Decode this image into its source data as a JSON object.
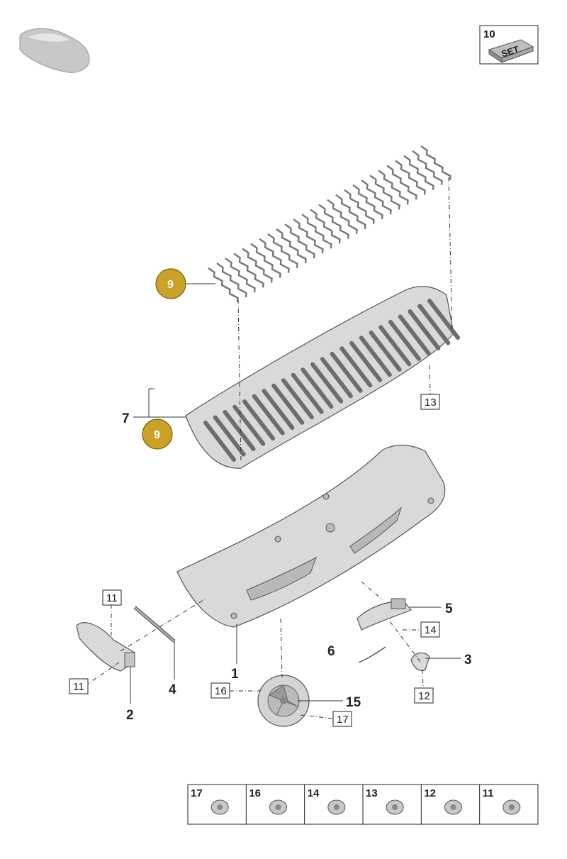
{
  "set_badge": {
    "number": "10",
    "label": "SET"
  },
  "callouts": {
    "c1": "1",
    "c2": "2",
    "c3": "3",
    "c4": "4",
    "c5": "5",
    "c6": "6",
    "c7": "7",
    "c15": "15"
  },
  "boxed_refs": {
    "b11a": "11",
    "b11b": "11",
    "b12": "12",
    "b13": "13",
    "b14": "14",
    "b16": "16",
    "b17": "17"
  },
  "gold_badges": {
    "g9a": "9",
    "g9b": "9"
  },
  "badge_color": "#c9a227",
  "fastener_table": [
    {
      "number": "17",
      "icon": "push-clip-icon"
    },
    {
      "number": "16",
      "icon": "expanding-rivet-icon"
    },
    {
      "number": "14",
      "icon": "long-bolt-icon"
    },
    {
      "number": "13",
      "icon": "threaded-nut-icon"
    },
    {
      "number": "12",
      "icon": "torx-screw-icon"
    },
    {
      "number": "11",
      "icon": "flange-screw-icon"
    }
  ]
}
